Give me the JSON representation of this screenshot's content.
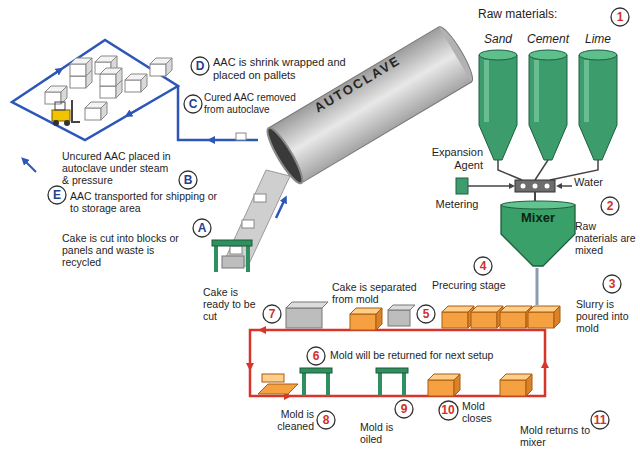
{
  "diagram": {
    "nodes": [
      {
        "text": [
          "1"
        ]
      },
      {
        "text": [
          "D"
        ]
      },
      {
        "text": [
          "AUTOCLAVE"
        ]
      },
      {
        "text": [
          "C"
        ]
      },
      {
        "text": [
          "B"
        ]
      },
      {
        "text": [
          "Mixer"
        ]
      },
      {
        "text": [
          "2"
        ]
      },
      {
        "text": [
          "A"
        ]
      },
      {
        "text": [
          "E"
        ]
      },
      {
        "text": [
          "4"
        ]
      },
      {
        "text": [
          "3"
        ]
      },
      {
        "text": [
          "5"
        ]
      },
      {
        "text": [
          "7"
        ]
      },
      {
        "text": [
          "6"
        ]
      },
      {
        "text": [
          "8"
        ]
      },
      {
        "text": [
          "9"
        ]
      },
      {
        "text": [
          "10"
        ]
      },
      {
        "text": [
          "11"
        ]
      }
    ],
    "labels": [
      "Raw materials:",
      "Sand",
      "Cement",
      "Lime",
      "AAC is shrink wrapped and placed on pallets",
      "Cured AAC removed from autoclave",
      "Expansion Agent",
      "Water",
      "Uncured AAC placed in autoclave under steam & pressure",
      "Metering",
      "Raw materials are mixed",
      "Cake is cut into blocks or panels and waste is recycled",
      "AAC transported for shipping or to storage area",
      "Precuring stage",
      "Cake is separated from mold",
      "Slurry is poured into mold",
      "Cake is ready to be cut",
      "Mold will be returned for next setup",
      "Mold is cleaned",
      "Mold is oiled",
      "Mold closes",
      "Mold returns to mixer"
    ]
  }
}
